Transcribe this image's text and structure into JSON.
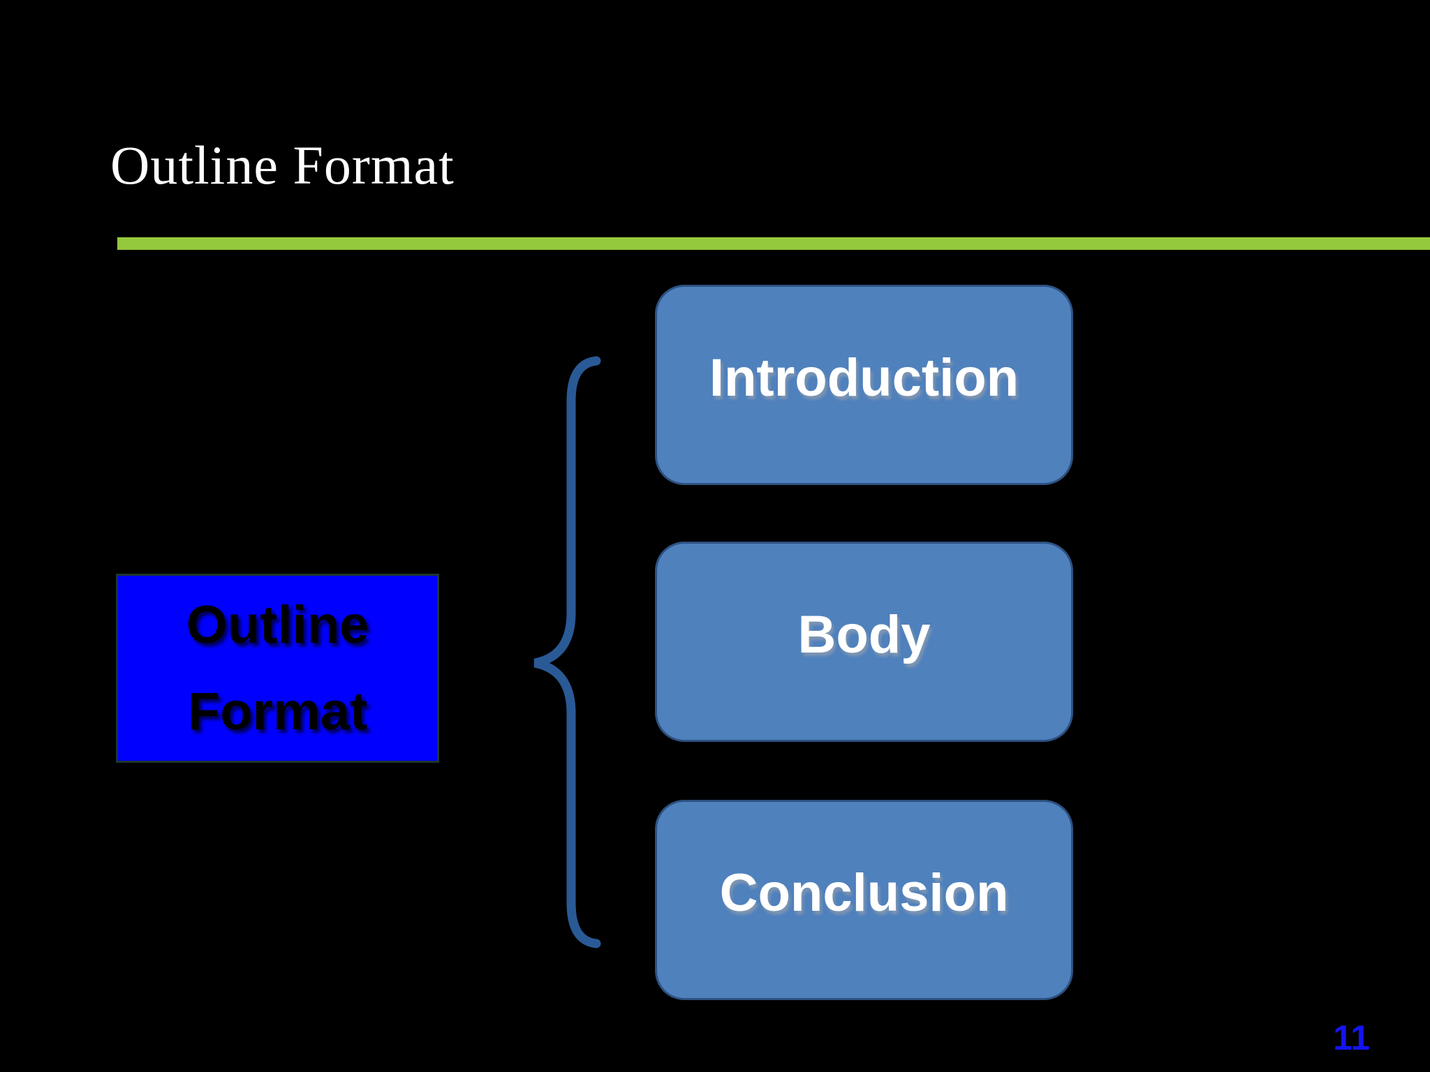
{
  "slide": {
    "title": "Outline Format",
    "page_number": "11",
    "background_color": "#000000",
    "accent_line_color": "#94c83d",
    "title_color": "#ffffff",
    "page_number_color": "#1414f0"
  },
  "diagram": {
    "source_box": {
      "label_line1": "Outline",
      "label_line2": "Format",
      "fill_color": "#0000ff",
      "border_color": "#20362e",
      "text_color": "#000000"
    },
    "brace_color": "#2a5a96",
    "items": [
      {
        "label": "Introduction"
      },
      {
        "label": "Body"
      },
      {
        "label": "Conclusion"
      }
    ],
    "item_fill_color": "#4f81bd",
    "item_border_color": "#2d5181",
    "item_text_color": "#ffffff"
  }
}
